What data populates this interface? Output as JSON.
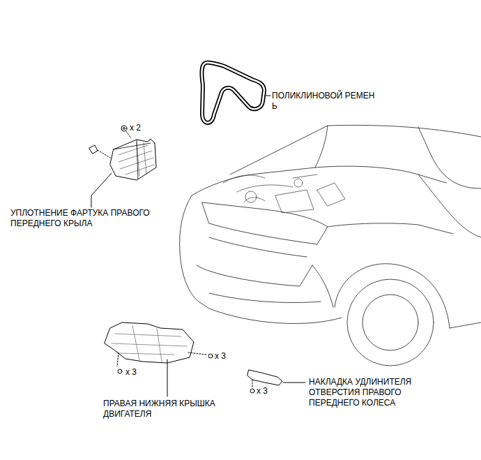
{
  "diagram": {
    "labels": [
      "ПОЛИКЛИНОВОЙ РЕМЕН Ь",
      "x 2",
      "УПЛОТНЕНИЕ ФАРТУКА ПРАВОГО ПЕРЕДНЕГО КРЫЛА",
      "x 3",
      "x 3",
      "НАКЛАДКА УДЛИНИТЕЛЯ ОТВЕРСТИЯ ПРАВОГО ПЕРЕДНЕГО КОЛЕСА",
      "x 3",
      "ПРАВАЯ НИЖНЯЯ КРЫШКА ДВИГАТЕЛЯ"
    ]
  }
}
